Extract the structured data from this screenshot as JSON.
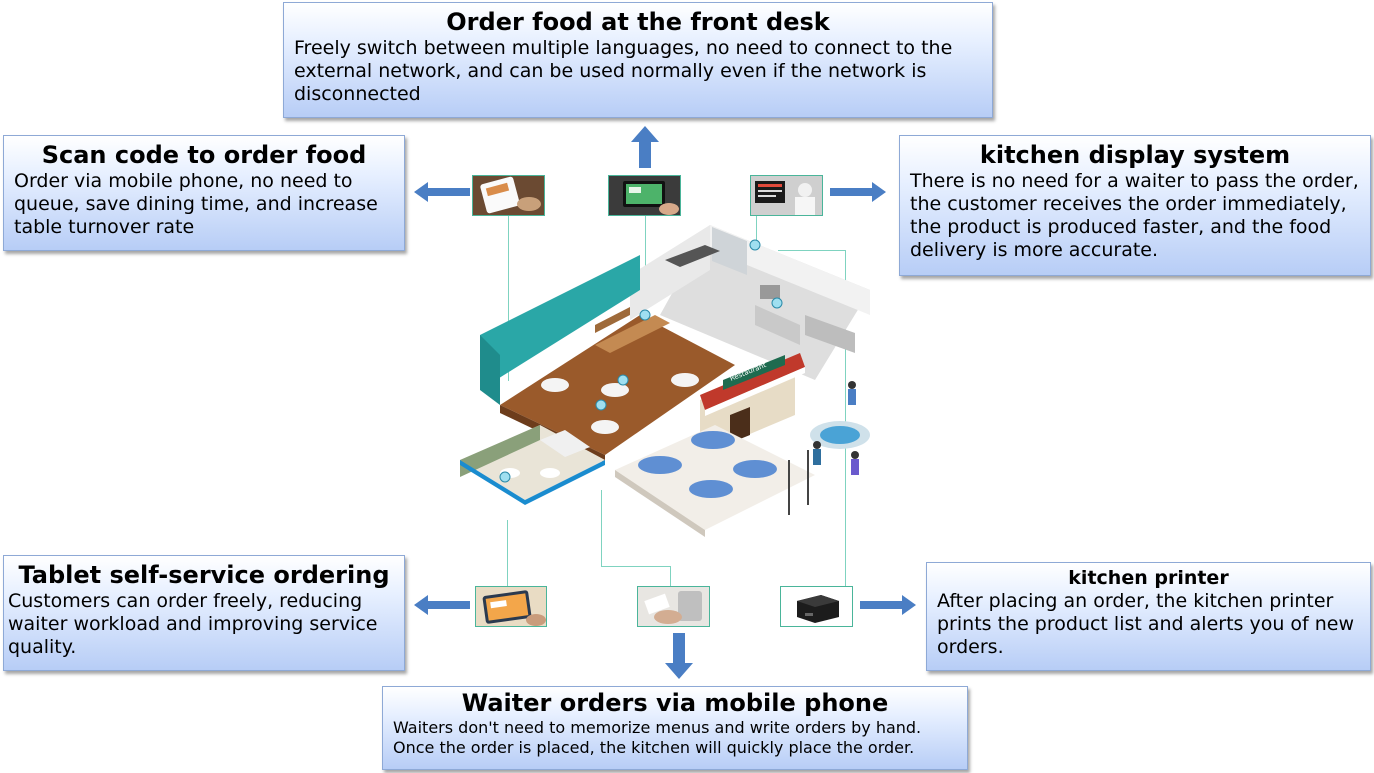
{
  "front_desk": {
    "title": "Order food at the front desk",
    "text": "Freely switch between multiple languages, no need to connect to the external network, and can be used normally even if the network is disconnected"
  },
  "scan_code": {
    "title": "Scan code to order food",
    "text": "Order via mobile phone, no need to queue, save dining time, and increase table turnover rate"
  },
  "kitchen_display": {
    "title": "kitchen display system",
    "text": "There is no need for a waiter to pass the order, the customer receives the order immediately, the product is produced faster, and the food delivery is more accurate."
  },
  "tablet": {
    "title": "Tablet self-service ordering",
    "text": "Customers can order freely, reducing waiter workload and improving service quality."
  },
  "kitchen_printer": {
    "title": "kitchen printer",
    "text": "After placing an order, the kitchen printer prints the product list and alerts you of new orders."
  },
  "waiter_mobile": {
    "title": "Waiter orders via mobile phone",
    "text": "Waiters don't need to memorize menus and write orders by hand. Once the order is placed, the kitchen will quickly place the order."
  },
  "sign_text": "Restaurant",
  "colors": {
    "arrow": "#4a7ec4",
    "connector": "#7fd3c0",
    "box_border": "#8ea9d6"
  }
}
